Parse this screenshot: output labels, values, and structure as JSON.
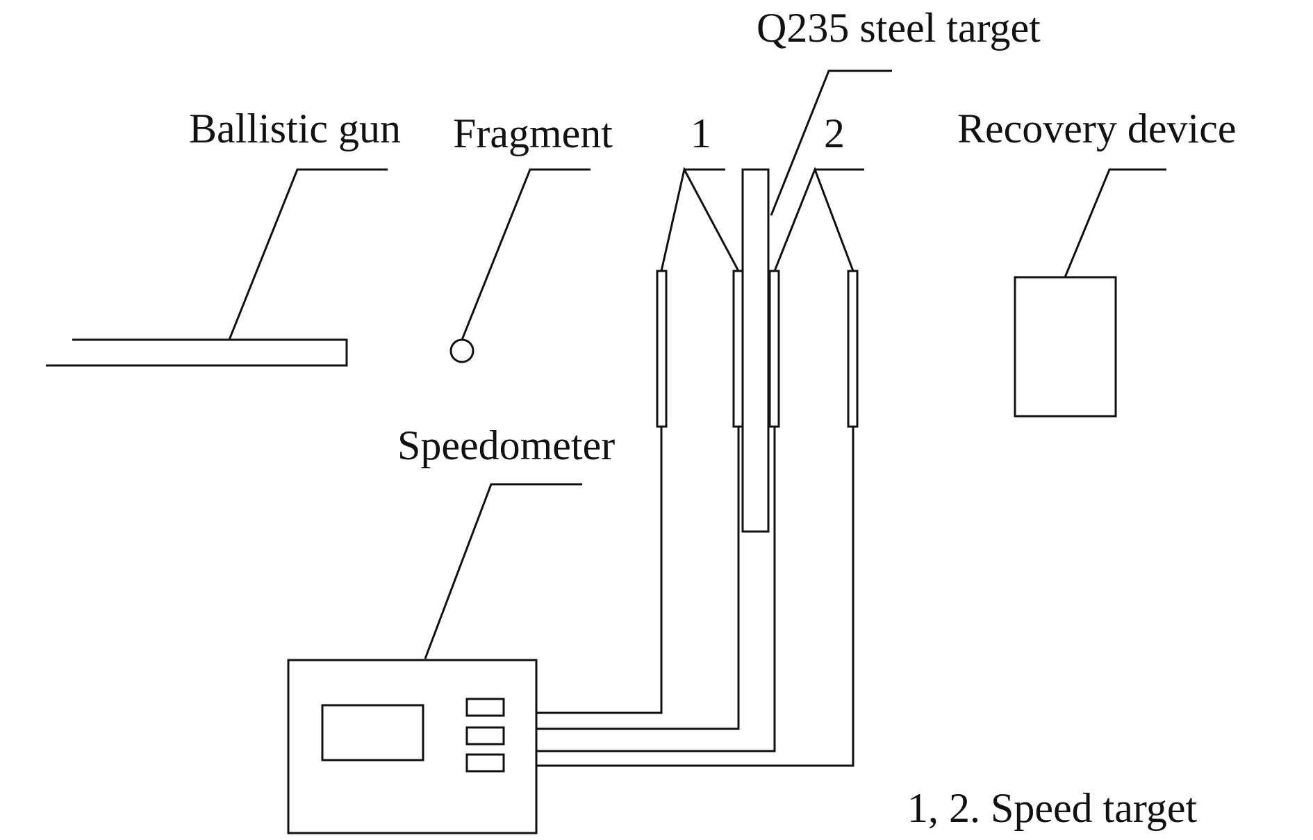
{
  "labels": {
    "ballistic_gun": "Ballistic gun",
    "fragment": "Fragment",
    "speed_target_1": "1",
    "speed_target_2": "2",
    "steel_target": "Q235 steel target",
    "recovery_device": "Recovery device",
    "speedometer": "Speedometer",
    "legend": "1, 2. Speed target"
  }
}
